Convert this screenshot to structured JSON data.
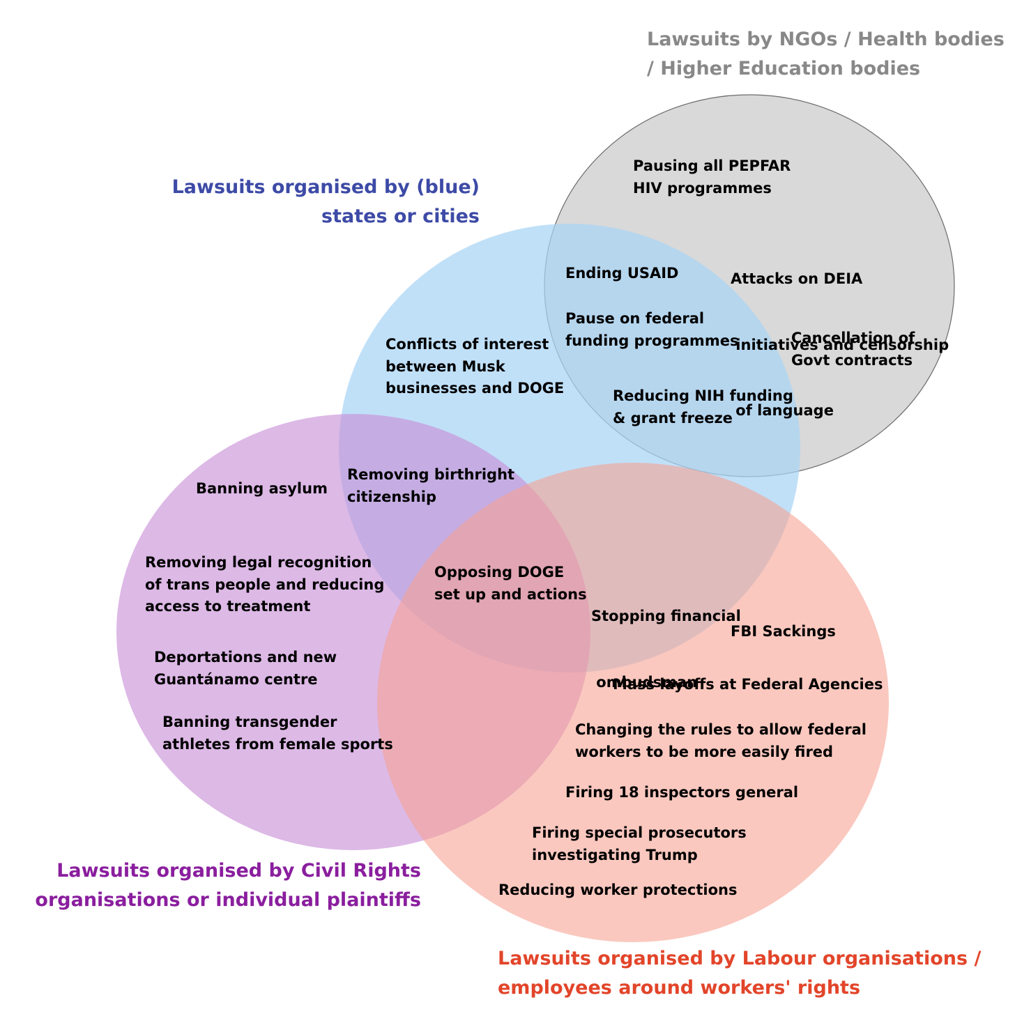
{
  "colors": {
    "ngo": "#d9d9d9",
    "ngo_stroke": "#6b6b6b",
    "states": "#a7d4f5",
    "civil": "#c88ed6",
    "labour": "#f7a190",
    "title_ngo": "#888888",
    "title_states": "#3d4aa6",
    "title_civil": "#8a1e9e",
    "title_labour": "#e2452a"
  },
  "sets": {
    "ngo": {
      "title_lines": [
        "Lawsuits by NGOs / Health bodies",
        "/ Higher Education bodies"
      ]
    },
    "states": {
      "title_lines": [
        "Lawsuits organised by (blue)",
        "states or cities"
      ]
    },
    "civil": {
      "title_lines": [
        "Lawsuits organised by Civil Rights",
        "organisations or individual plaintiffs"
      ]
    },
    "labour": {
      "title_lines": [
        "Lawsuits organised by Labour organisations /",
        "employees around workers' rights"
      ]
    }
  },
  "items": {
    "pepfar": [
      "Pausing all PEPFAR",
      "HIV programmes"
    ],
    "deia": [
      "Attacks on DEIA",
      " initiatives and censorship",
      " of language"
    ],
    "usaid": [
      "Ending USAID"
    ],
    "federal_funding": [
      "Pause on federal",
      "funding programmes"
    ],
    "govt_contracts": [
      "Cancellation of",
      "Govt contracts"
    ],
    "musk": [
      "Conflicts of interest",
      "between Musk",
      "businesses and DOGE"
    ],
    "nih": [
      "Reducing NIH funding",
      "& grant freeze"
    ],
    "asylum": [
      "Banning asylum"
    ],
    "birthright": [
      "Removing birthright",
      "citizenship"
    ],
    "trans_recognition": [
      "Removing legal recognition",
      "of trans people and reducing",
      "access to treatment"
    ],
    "doge": [
      "Opposing DOGE",
      "set up and actions"
    ],
    "ombudsman": [
      "Stopping financial",
      " ombudsman"
    ],
    "fbi": [
      "FBI Sackings"
    ],
    "deportations": [
      "Deportations and new",
      "Guantánamo centre"
    ],
    "layoffs": [
      "Mass layoffs at Federal Agencies"
    ],
    "transgender_athletes": [
      "Banning transgender",
      "athletes from female sports"
    ],
    "fired_rules": [
      "Changing the rules to allow federal",
      "workers to be more easily fired"
    ],
    "inspectors": [
      "Firing 18 inspectors general"
    ],
    "prosecutors": [
      "Firing special prosecutors",
      "investigating Trump"
    ],
    "worker_protections": [
      "Reducing worker protections"
    ]
  }
}
